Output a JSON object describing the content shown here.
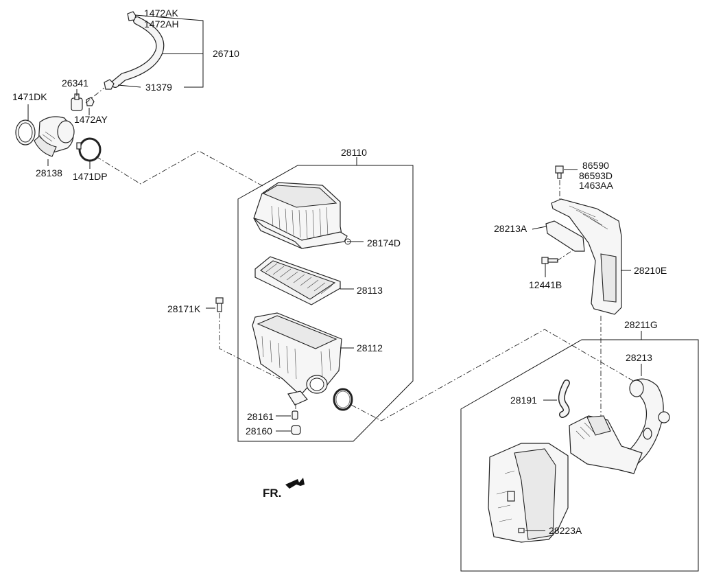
{
  "labels": {
    "l1472AK": "1472AK",
    "l1472AH": "1472AH",
    "l26710": "26710",
    "l31379": "31379",
    "l26341": "26341",
    "l1471DK": "1471DK",
    "l1472AY": "1472AY",
    "l28138": "28138",
    "l1471DP": "1471DP",
    "l28110": "28110",
    "l28174D": "28174D",
    "l28113": "28113",
    "l28171K": "28171K",
    "l28112": "28112",
    "l28161": "28161",
    "l28160": "28160",
    "l86590": "86590",
    "l86593D": "86593D",
    "l1463AA": "1463AA",
    "l28213A": "28213A",
    "l28210E": "28210E",
    "l12441B": "12441B",
    "l28211G": "28211G",
    "l28213": "28213",
    "l28191": "28191",
    "l28223A": "28223A",
    "fr": "FR."
  }
}
